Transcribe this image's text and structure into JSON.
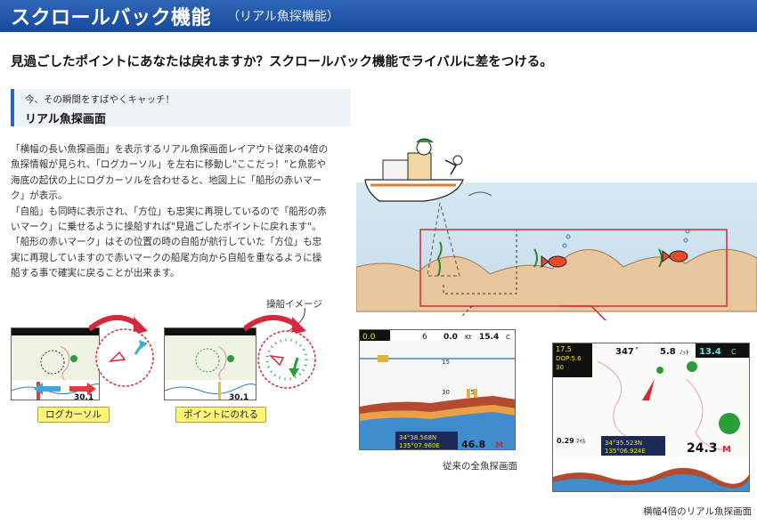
{
  "header": {
    "title": "スクロールバック機能",
    "subtitle": "（リアル魚探機能）"
  },
  "lead": "見過ごしたポイントにあなたは戻れますか？スクロールバック機能でライバルに差をつける。",
  "section": {
    "kicker": "今、その瞬間をすばやくキャッチ！",
    "heading": "リアル魚探画面"
  },
  "description": [
    "「横幅の長い魚探画面」を表示するリアル魚探画面レイアウト従来の4倍の魚探情報が見られ、「ログカーソル」を左右に移動し\"ここだっ！\"と魚影や海底の起伏の上にログカーソルを合わせると、地図上に「船形の赤いマーク」が表示。",
    "「自船」も同時に表示され、「方位」も忠実に再現しているので「船形の赤いマーク」に乗せるように操船すれば\"見過ごしたポイントに戻れます\"。",
    "「船形の赤いマーク」はその位置の時の自船が航行していた「方位」も忠実に再現していますので赤いマークの船尾方向から自船を重なるように操船する事で確実に戻ることが出来ます。"
  ],
  "operation": {
    "label": "操船イメージ",
    "callout_left": "ログカーソル",
    "callout_right": "ポイントにのれる"
  },
  "screens": {
    "conventional": {
      "caption": "従来の全魚探画面",
      "top_left": "0.0",
      "top_mid": "6",
      "speed": "0.0",
      "speed_unit": "Kt",
      "temp": "15.4",
      "temp_unit": "C",
      "scale_15": "15",
      "scale_30": "30",
      "scale_45": "45",
      "depth": "46.8",
      "depth_unit": "M",
      "coords_1": "34°38.568N",
      "coords_2": "135°07.960E"
    },
    "real": {
      "caption": "横幅4倍のリアル魚探画面",
      "top_left": "17.5",
      "heading": "347",
      "heading_unit": "°",
      "speed": "5.8",
      "speed_unit": "ﾉｯﾄ",
      "temp": "13.4",
      "temp_unit": "C",
      "distance": "0.29",
      "distance_unit": "ﾏｲﾙ",
      "coords_1": "34°35.523N",
      "coords_2": "135°06.924E",
      "depth": "24.3",
      "depth_unit": "M",
      "side_1": "DOP:5.6",
      "side_2": "30"
    },
    "thumbs": {
      "depth_left": "30.1",
      "depth_right": "30.1"
    }
  },
  "colors": {
    "header_blue": "#1e56ab",
    "accent_blue": "#2a66c0",
    "water": "#dcebf3",
    "sand": "#e8c79e",
    "highlight_red": "#d6283c",
    "callout_yellow": "#fff57a"
  }
}
